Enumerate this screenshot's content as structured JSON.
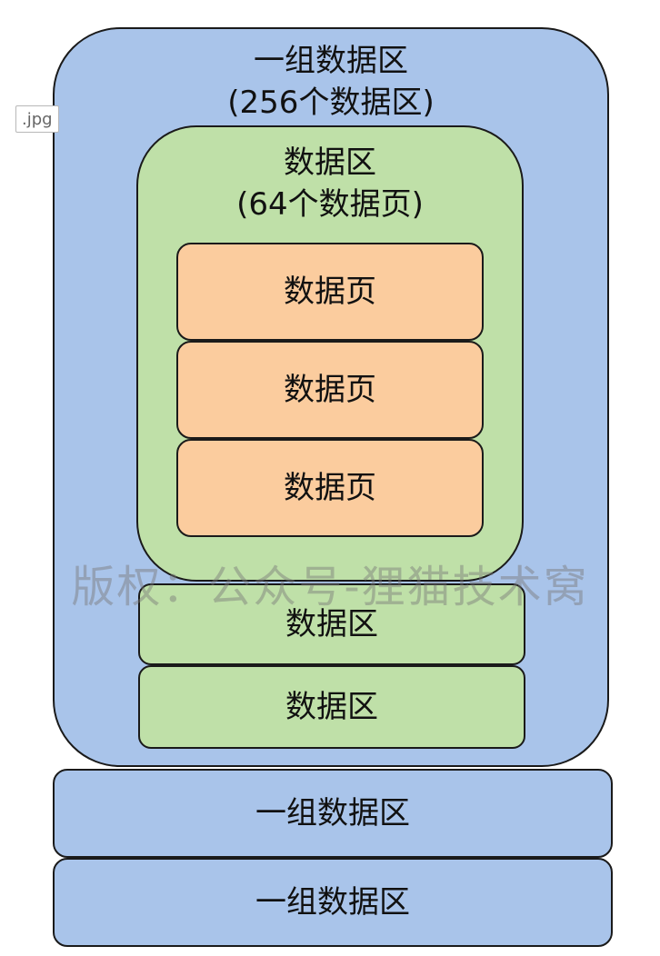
{
  "image_label": ".jpg",
  "outer_group": {
    "title_line1": "一组数据区",
    "title_line2": "(256个数据区)"
  },
  "inner_zone": {
    "title_line1": "数据区",
    "title_line2": "(64个数据页)"
  },
  "pages": [
    "数据页",
    "数据页",
    "数据页"
  ],
  "zones": [
    "数据区",
    "数据区"
  ],
  "groups": [
    "一组数据区",
    "一组数据区"
  ],
  "watermark": "版权：公众号-狸猫技术窝",
  "colors": {
    "group_fill": "#a9c4ea",
    "zone_fill": "#bfe0a8",
    "page_fill": "#fbcc9e",
    "border": "#1a1a1a"
  }
}
